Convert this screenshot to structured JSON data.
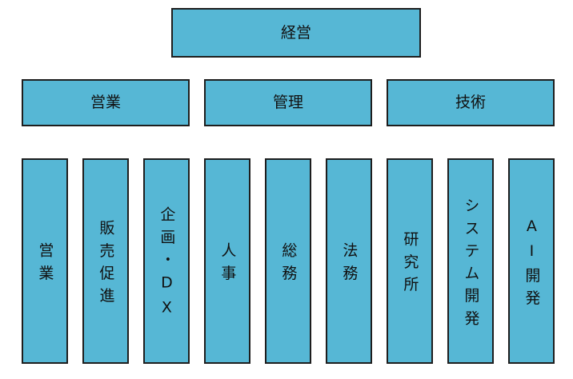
{
  "colors": {
    "box_fill": "#56b7d5",
    "box_border": "#1e1e1e",
    "text": "#111111",
    "background": "#ffffff"
  },
  "org_chart": {
    "root": {
      "label": "経営"
    },
    "divisions": [
      {
        "label": "営業"
      },
      {
        "label": "管理"
      },
      {
        "label": "技術"
      }
    ],
    "departments": [
      {
        "label": "営業"
      },
      {
        "label": "販売促進"
      },
      {
        "label": "企画・DX"
      },
      {
        "label": "人事"
      },
      {
        "label": "総務"
      },
      {
        "label": "法務"
      },
      {
        "label": "研究所"
      },
      {
        "label": "システム開発"
      },
      {
        "label": "AI開発"
      }
    ]
  }
}
